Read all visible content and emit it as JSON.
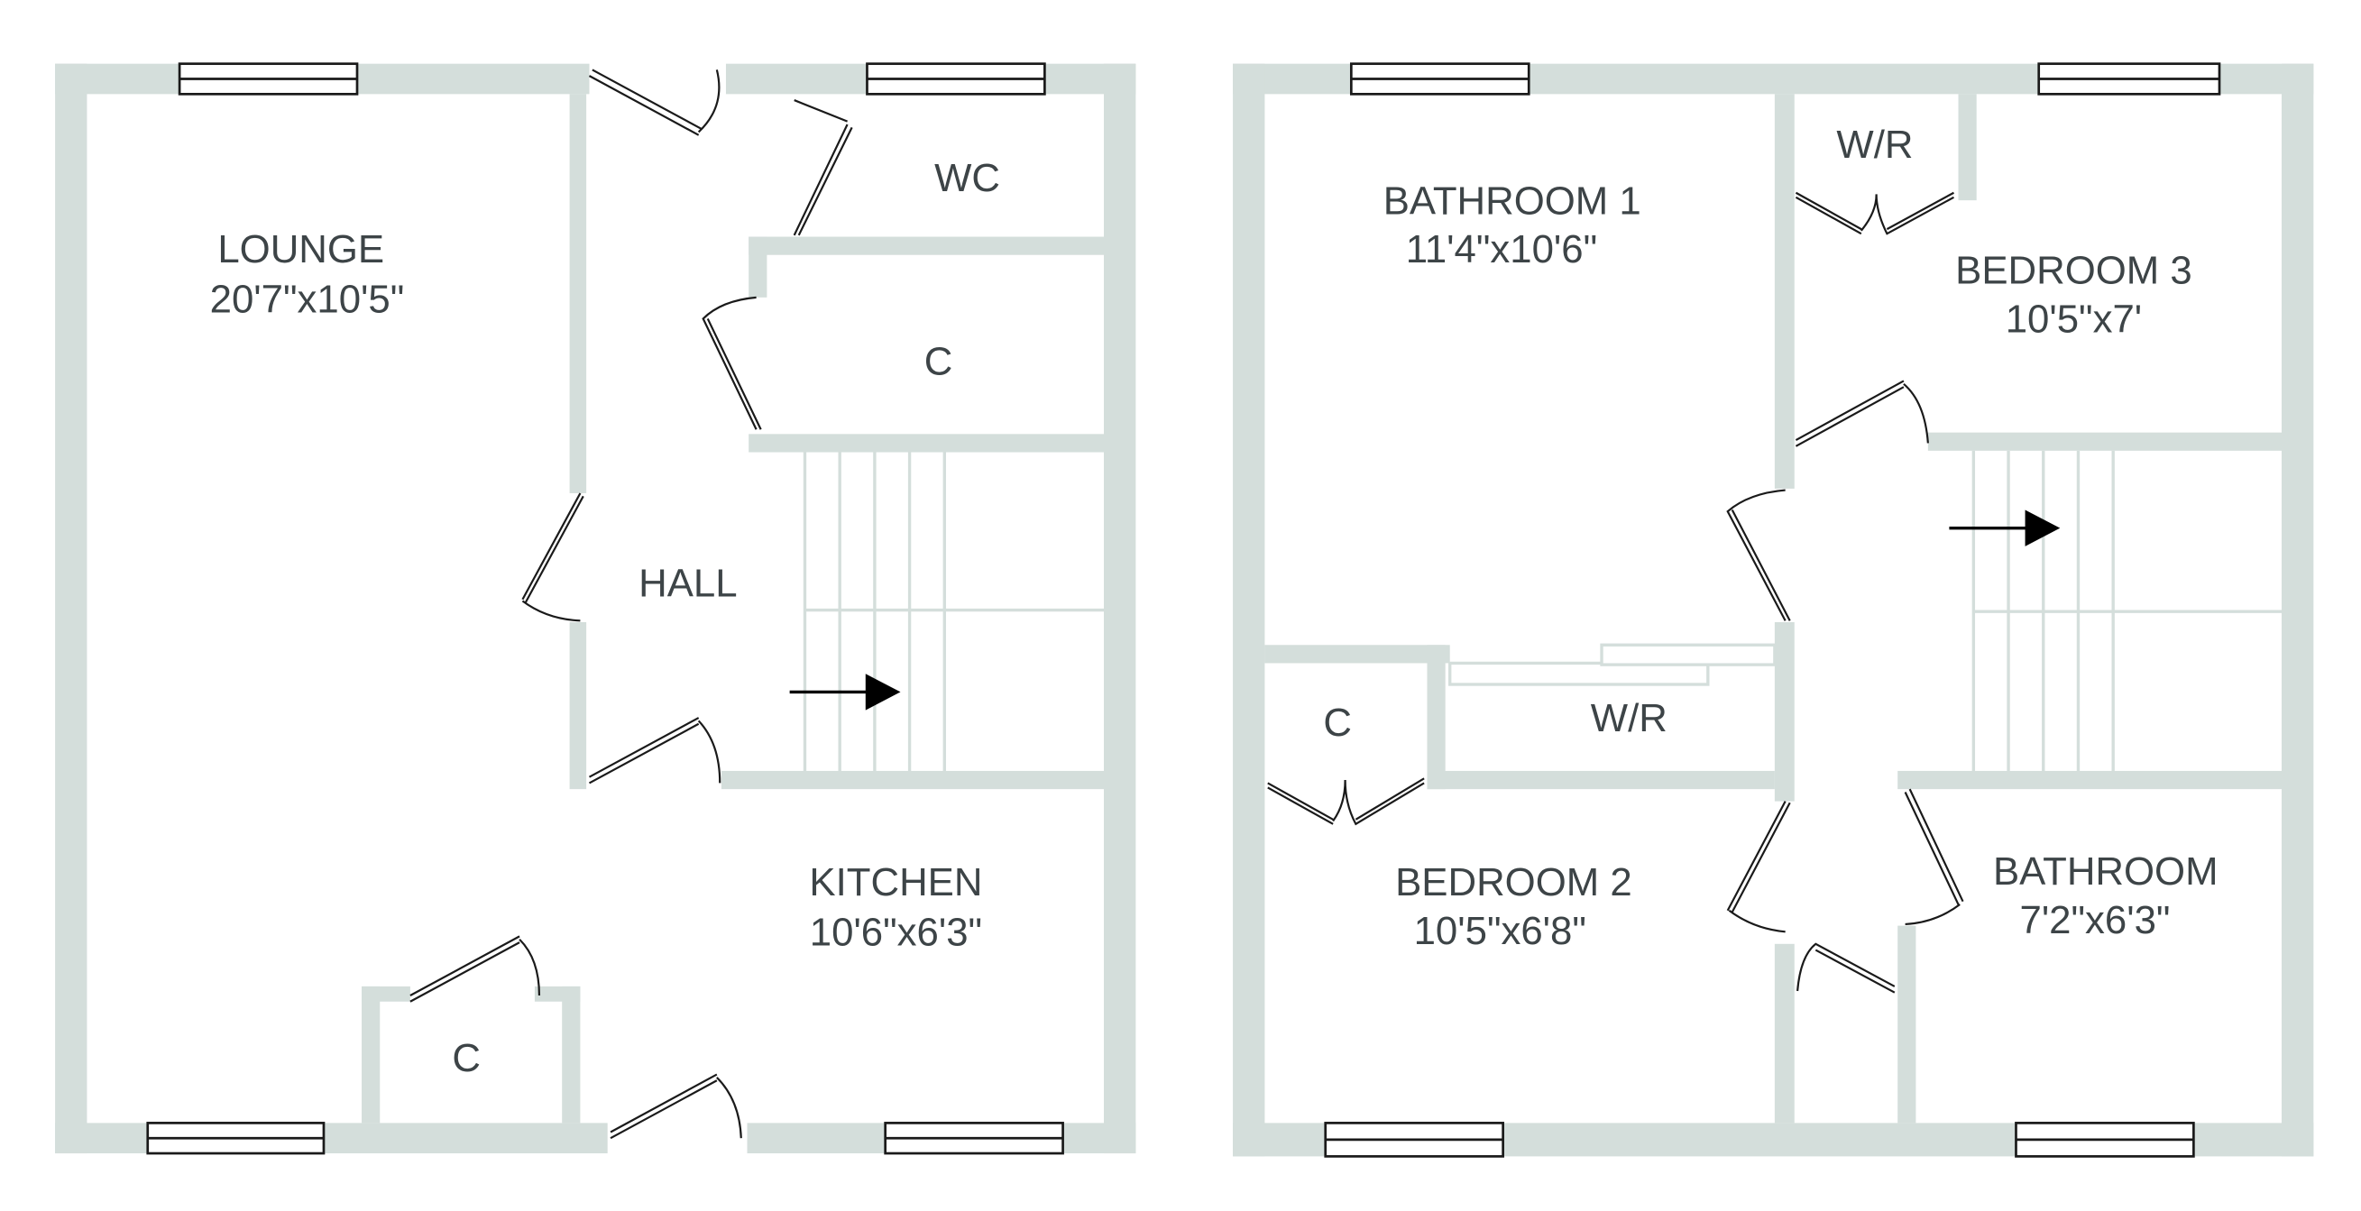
{
  "ground_floor": {
    "rooms": {
      "lounge": {
        "name": "LOUNGE",
        "size": "20'7\"x10'5\""
      },
      "wc": {
        "name": "WC"
      },
      "cupboard_hall": {
        "name": "C"
      },
      "hall": {
        "name": "HALL"
      },
      "kitchen": {
        "name": "KITCHEN",
        "size": "10'6\"x6'3\""
      },
      "cupboard_lounge": {
        "name": "C"
      }
    }
  },
  "first_floor": {
    "rooms": {
      "bathroom1": {
        "name": "BATHROOM 1",
        "size": "11'4\"x10'6\""
      },
      "wr_small": {
        "name": "W/R"
      },
      "bedroom3": {
        "name": "BEDROOM 3",
        "size": "10'5\"x7'"
      },
      "cupboard": {
        "name": "C"
      },
      "wr_large": {
        "name": "W/R"
      },
      "bedroom2": {
        "name": "BEDROOM 2",
        "size": "10'5\"x6'8\""
      },
      "bathroom": {
        "name": "BATHROOM",
        "size": "7'2\"x6'3\""
      }
    }
  },
  "colors": {
    "wall": "#d4dedb",
    "text": "#3d4447"
  }
}
